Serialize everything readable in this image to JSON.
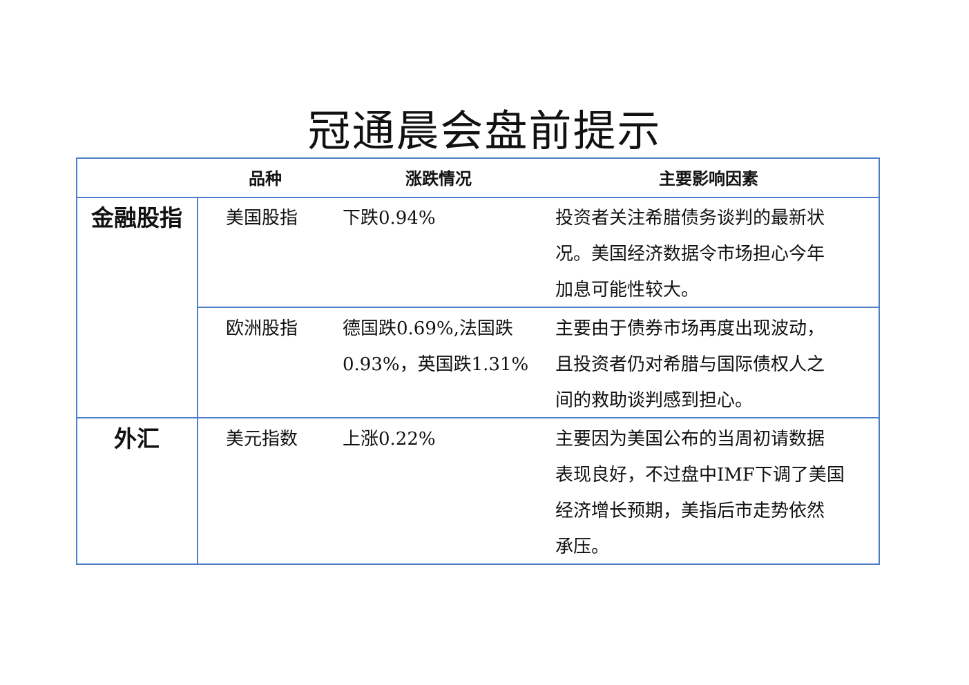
{
  "title": "冠通晨会盘前提示",
  "table": {
    "headers": {
      "variety": "品种",
      "change": "涨跌情况",
      "factors": "主要影响因素"
    },
    "categories": [
      {
        "name": "金融股指",
        "rows": [
          {
            "variety": "美国股指",
            "change_lines": [
              "下跌0.94%"
            ],
            "factor_lines": [
              "投资者关注希腊债务谈判的最新状",
              "况。美国经济数据令市场担心今年",
              "加息可能性较大。"
            ]
          },
          {
            "variety": "欧洲股指",
            "change_lines": [
              "德国跌0.69%,法国跌",
              "0.93%，英国跌1.31%"
            ],
            "factor_lines": [
              "主要由于债券市场再度出现波动，",
              "且投资者仍对希腊与国际债权人之",
              "间的救助谈判感到担心。"
            ]
          }
        ]
      },
      {
        "name": "外汇",
        "rows": [
          {
            "variety": "美元指数",
            "change_lines": [
              "上涨0.22%"
            ],
            "factor_lines": [
              "主要因为美国公布的当周初请数据",
              "表现良好，不过盘中IMF下调了美国",
              "经济增长预期，美指后市走势依然",
              "承压。"
            ]
          }
        ]
      }
    ]
  }
}
